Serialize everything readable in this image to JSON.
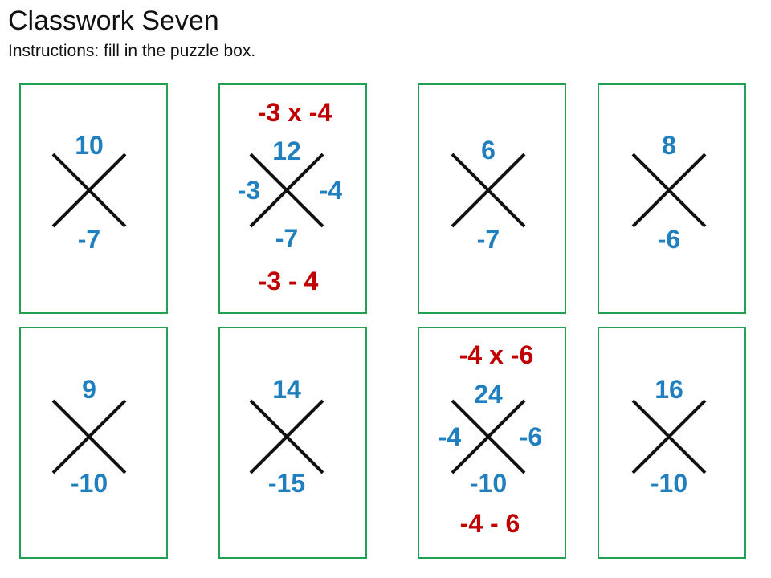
{
  "header": {
    "title": "Classwork Seven",
    "instructions": "Instructions: fill in the puzzle box."
  },
  "colors": {
    "card_border": "#20a050",
    "number_blue": "#1f7fbf",
    "working_red": "#c00000",
    "cross_line": "#111111"
  },
  "puzzles": [
    {
      "top": "10",
      "bottom": "-7",
      "left": "",
      "right": "",
      "product_note": "",
      "sum_note": ""
    },
    {
      "top": "12",
      "bottom": "-7",
      "left": "-3",
      "right": "-4",
      "product_note": "-3 x -4",
      "sum_note": "-3 - 4"
    },
    {
      "top": "6",
      "bottom": "-7",
      "left": "",
      "right": "",
      "product_note": "",
      "sum_note": ""
    },
    {
      "top": "8",
      "bottom": "-6",
      "left": "",
      "right": "",
      "product_note": "",
      "sum_note": ""
    },
    {
      "top": "9",
      "bottom": "-10",
      "left": "",
      "right": "",
      "product_note": "",
      "sum_note": ""
    },
    {
      "top": "14",
      "bottom": "-15",
      "left": "",
      "right": "",
      "product_note": "",
      "sum_note": ""
    },
    {
      "top": "24",
      "bottom": "-10",
      "left": "-4",
      "right": "-6",
      "product_note": "-4 x -6",
      "sum_note": "-4 - 6"
    },
    {
      "top": "16",
      "bottom": "-10",
      "left": "",
      "right": "",
      "product_note": "",
      "sum_note": ""
    }
  ]
}
